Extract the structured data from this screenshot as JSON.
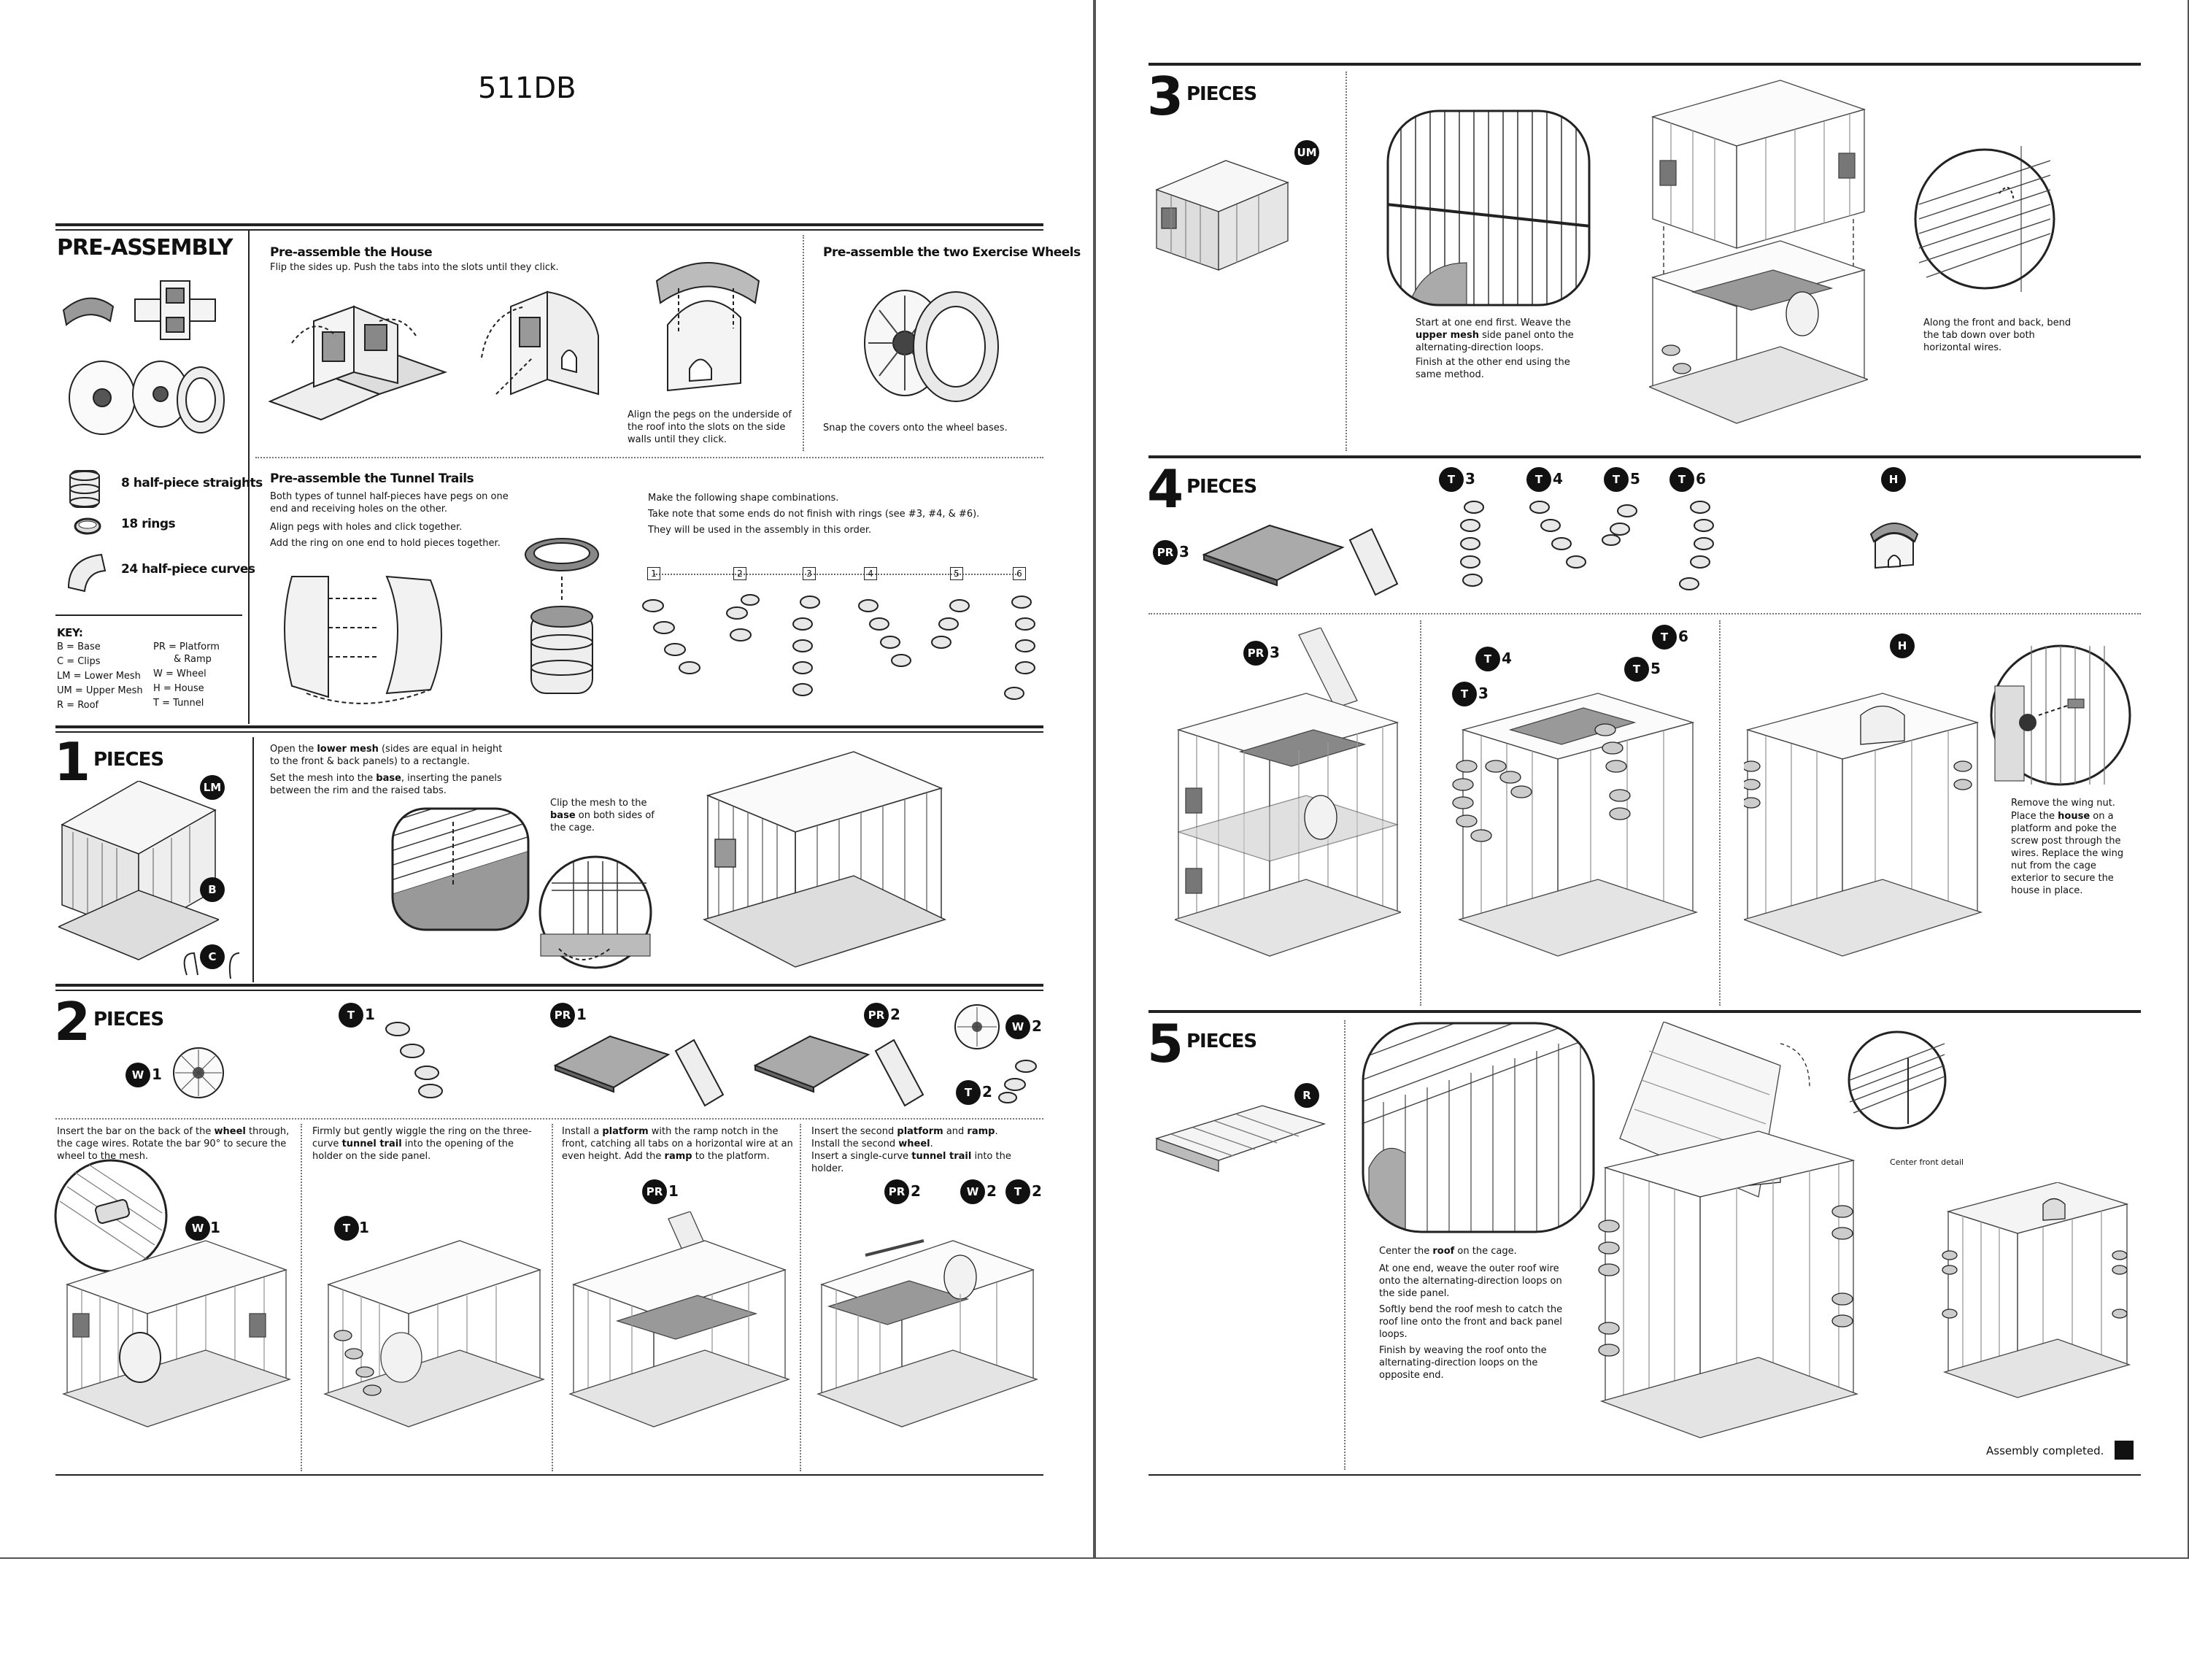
{
  "model": "511DB",
  "pre_assembly": {
    "title": "PRE-ASSEMBLY",
    "house": {
      "title": "Pre-assemble the House",
      "text": "Flip the sides up. Push the tabs into the slots until they click.",
      "note": "Align the pegs on the underside of the roof into the slots on the side walls until they click."
    },
    "wheels": {
      "title": "Pre-assemble the two Exercise Wheels",
      "note": "Snap the covers onto the wheel bases."
    },
    "tunnel": {
      "title": "Pre-assemble the Tunnel Trails",
      "text1": "Both types of tunnel half-pieces have pegs on one end and receiving holes on the other.",
      "text2": "Align pegs with holes and click together.",
      "text3": "Add the ring on one end to hold pieces together.",
      "combo1": "Make the following shape combinations.",
      "combo2": "Take note that some ends do not finish with rings (see #3, #4, & #6).",
      "combo3": "They will be used in the assembly in this order."
    },
    "combo_numbers": [
      "1",
      "2",
      "3",
      "4",
      "5",
      "6"
    ],
    "parts": [
      "8 half-piece straights",
      "18 rings",
      "24 half-piece curves"
    ],
    "key_title": "KEY:",
    "key_left": [
      "B = Base",
      "C = Clips",
      "LM = Lower Mesh",
      "UM = Upper Mesh",
      "R = Roof"
    ],
    "key_right": [
      "PR = Platform",
      "& Ramp",
      "W = Wheel",
      "H = House",
      "T = Tunnel"
    ]
  },
  "step1": {
    "num": "1",
    "pieces": "PIECES",
    "text1a": "Open the ",
    "text1b": "lower mesh",
    "text1c": " (sides are equal in height to the front & back panels) to a rectangle.",
    "text2a": "Set the mesh into the ",
    "text2b": "base",
    "text2c": ", inserting the panels between the rim and the raised tabs.",
    "clip_a": "Clip the mesh to the ",
    "clip_b": "base",
    "clip_c": " on both sides of the cage.",
    "badges": {
      "lm": "LM",
      "b": "B",
      "c": "C"
    }
  },
  "step2": {
    "num": "2",
    "pieces": "PIECES",
    "badges": {
      "w": "W",
      "t": "T",
      "pr": "PR"
    },
    "counts": {
      "w1": "1",
      "t1": "1",
      "pr1": "1",
      "pr2": "2",
      "w2": "2",
      "t2": "2"
    },
    "col1a": "Insert the bar on the back of the ",
    "col1b": "wheel",
    "col1c": " through, the cage wires. Rotate the bar 90° to secure the wheel to the mesh.",
    "col2a": "Firmly but gently wiggle the ring on the three-curve ",
    "col2b": "tunnel trail",
    "col2c": " into the opening of the holder on the side panel.",
    "col3a": "Install a ",
    "col3b": "platform",
    "col3c": " with the ramp notch in the front, catching all tabs on a horizontal wire at an even height. Add the ",
    "col3d": "ramp",
    "col3e": " to the platform.",
    "col4a": "Insert the second ",
    "col4b": "platform",
    "col4c": " and ",
    "col4d": "ramp",
    "col4e": ".",
    "col4f": "Install the second ",
    "col4g": "wheel",
    "col4h": ".",
    "col4i": "Insert a single-curve ",
    "col4j": "tunnel trail",
    "col4k": " into the holder."
  },
  "step3": {
    "num": "3",
    "pieces": "PIECES",
    "badge": "UM",
    "text1a": "Start at one end first. Weave the ",
    "text1b": "upper mesh",
    "text1c": " side panel onto the alternating-direction loops.",
    "text2": "Finish at the other end using the same method.",
    "text3": "Along the front and back, bend the tab down over both horizontal wires."
  },
  "step4": {
    "num": "4",
    "pieces": "PIECES",
    "badges": {
      "pr": "PR",
      "t": "T",
      "h": "H"
    },
    "counts": {
      "pr3": "3",
      "t3": "3",
      "t4": "4",
      "t5": "5",
      "t6": "6"
    },
    "text1": "Remove the wing nut.",
    "text2a": "Place the ",
    "text2b": "house",
    "text2c": " on a platform and poke the screw post through the wires. Replace the wing nut from the cage exterior to secure the house in place."
  },
  "step5": {
    "num": "5",
    "pieces": "PIECES",
    "badge": "R",
    "text1a": "Center the ",
    "text1b": "roof",
    "text1c": " on the cage.",
    "text2": "At one end, weave the outer roof wire onto the alternating-direction loops on the side panel.",
    "text3": "Softly bend the roof mesh to catch the roof line onto the front and back panel loops.",
    "text4": "Finish by weaving the roof onto the alternating-direction loops on the opposite end.",
    "detail_caption": "Center front detail",
    "completed": "Assembly completed."
  }
}
